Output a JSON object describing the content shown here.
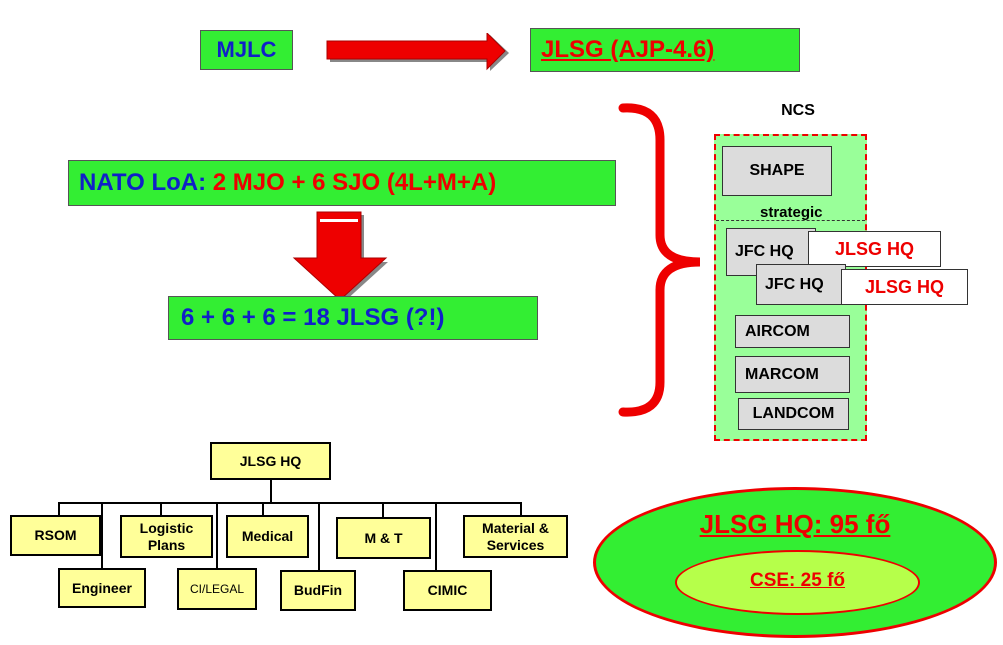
{
  "top": {
    "source_label": "MJLC",
    "target_label": "JLSG (AJP-4.6)"
  },
  "loa": {
    "prefix": "NATO LoA:",
    "formula": " 2 MJO + 6 SJO (4L+M+A)",
    "result": "6 + 6 + 6 = 18 JLSG (?!)"
  },
  "ncs": {
    "title": "NCS",
    "shape": "SHAPE",
    "strategic": "strategic",
    "jfc_hq_1": "JFC HQ",
    "jfc_hq_2": "JFC HQ",
    "jlsg_hq_1": "JLSG HQ",
    "jlsg_hq_2": "JLSG HQ",
    "aircom": "AIRCOM",
    "marcom": "MARCOM",
    "landcom": "LANDCOM"
  },
  "org": {
    "root": "JLSG HQ",
    "units": {
      "rsom": "RSOM",
      "engineer": "Engineer",
      "logistic_plans_1": "Logistic",
      "logistic_plans_2": "Plans",
      "ci_legal": "CI/LEGAL",
      "medical": "Medical",
      "budfin": "BudFin",
      "mt": "M & T",
      "cimic": "CIMIC",
      "material_1": "Material &",
      "material_2": "Services"
    }
  },
  "staff": {
    "jlsg_hq": "JLSG HQ: 95 fő",
    "cse": "CSE: 25 fő"
  },
  "colors": {
    "green_box": "#33ee33",
    "red": "#ee0000",
    "blue": "#1020c8",
    "ncs_fill": "#99ff99",
    "org_fill": "#ffff99",
    "ellipse_inner": "#b6ff4a"
  }
}
